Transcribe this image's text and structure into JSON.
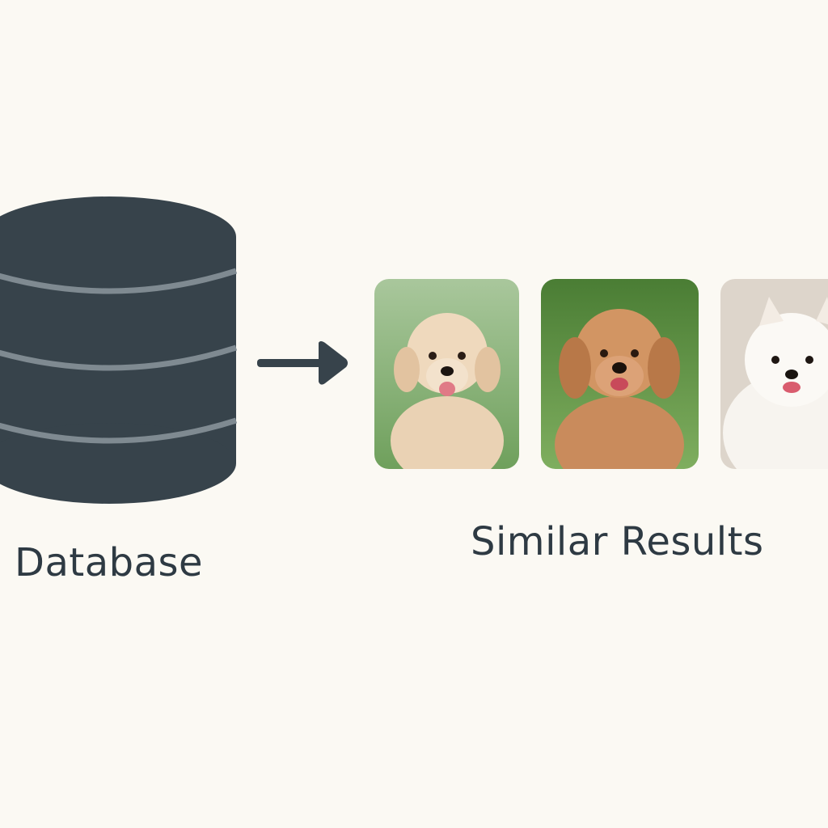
{
  "diagram": {
    "source_label": "Database",
    "results_label": "Similar Results"
  },
  "icons": {
    "database": "database-icon",
    "arrow": "arrow-right-icon"
  },
  "colors": {
    "background": "#fbf9f3",
    "icon_fill": "#37434b",
    "icon_stripe": "#7f8a91",
    "text": "#2e3a43"
  },
  "results": [
    {
      "subject": "cream poodle puppy",
      "background": "#8fb77f"
    },
    {
      "subject": "apricot goldendoodle",
      "background": "#5f9248"
    },
    {
      "subject": "white pomeranian",
      "background": "#d8d0c6"
    }
  ]
}
